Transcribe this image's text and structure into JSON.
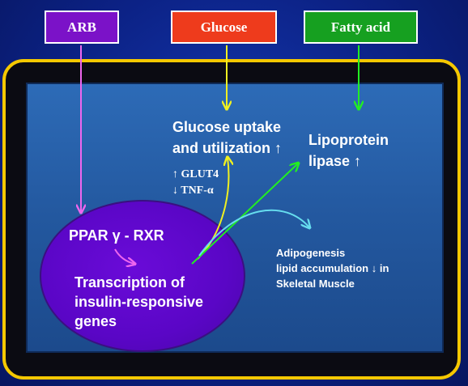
{
  "inputs": {
    "arb": "ARB",
    "glucose": "Glucose",
    "fatty_acid": "Fatty acid"
  },
  "core": {
    "ppar": "PPAR γ - RXR",
    "transcription": [
      "Transcription of",
      "insulin-responsive",
      "genes"
    ]
  },
  "effects": {
    "glucose_uptake": [
      "Glucose uptake",
      "and utilization ↑"
    ],
    "markers": [
      "↑ GLUT4",
      "↓ TNF-α"
    ],
    "lipoprotein": [
      "Lipoprotein",
      "lipase ↑"
    ],
    "adipogenesis": [
      "Adipogenesis",
      " lipid accumulation ↓ in",
      "Skeletal Muscle"
    ]
  },
  "colors": {
    "frame": "#f5c800",
    "arb_box": "#7b12c8",
    "glucose_box": "#ee3b1c",
    "fatty_box": "#16a020",
    "ellipse": "#5a06c6",
    "arrow_pink": "#ee66ee",
    "arrow_yellow": "#f0f020",
    "arrow_green": "#22ee22",
    "arrow_cyan": "#66ddee"
  }
}
